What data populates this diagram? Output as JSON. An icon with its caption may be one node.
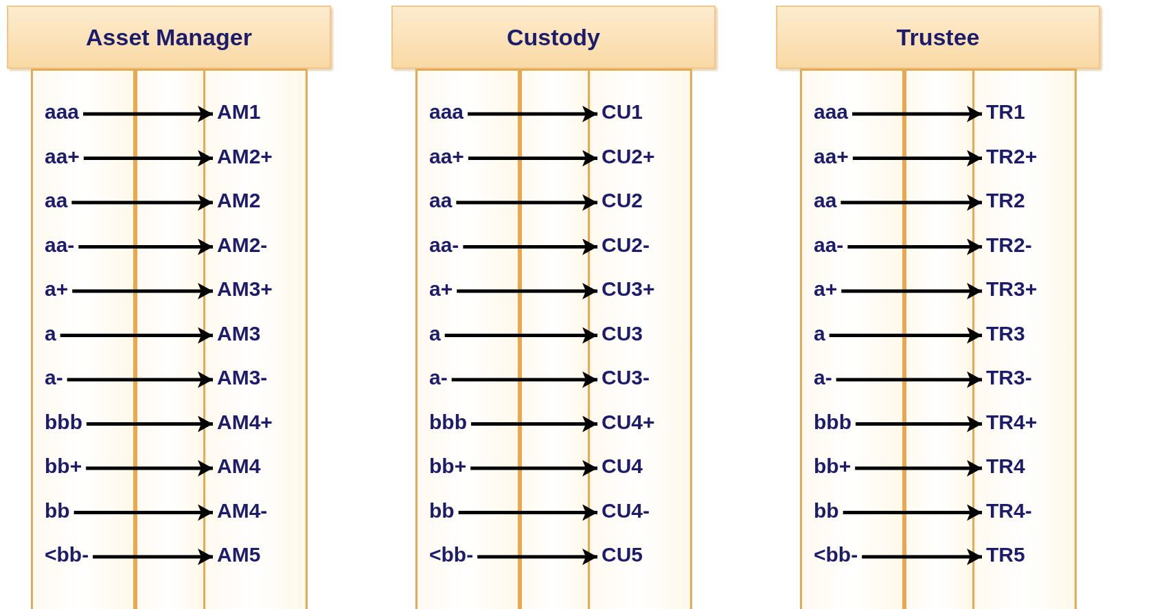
{
  "diagram": {
    "nodes": [
      {
        "text": [
          "Asset Manager"
        ]
      },
      {
        "text": [],
        "shape": "box"
      },
      {
        "text": [
          "aaa"
        ],
        "in": 1
      },
      {
        "text": [
          "aa+"
        ],
        "in": 1
      },
      {
        "text": [
          "aa"
        ],
        "in": 1
      },
      {
        "text": [
          "aa-"
        ],
        "in": 1
      },
      {
        "text": [
          "a+"
        ],
        "in": 1
      },
      {
        "text": [
          "a"
        ],
        "in": 1
      },
      {
        "text": [
          "a-"
        ],
        "in": 1
      },
      {
        "text": [
          "bbb"
        ],
        "in": 1
      },
      {
        "text": [
          "bb+"
        ],
        "in": 1
      },
      {
        "text": [
          "bb"
        ],
        "in": 1
      },
      {
        "text": [
          "<bb-"
        ],
        "in": 1
      },
      {
        "text": [],
        "shape": "box"
      },
      {
        "text": [
          "AM1"
        ],
        "in": 13
      },
      {
        "text": [
          "AM2+"
        ],
        "in": 13
      },
      {
        "text": [
          "AM2"
        ],
        "in": 13
      },
      {
        "text": [
          "AM2-"
        ],
        "in": 13
      },
      {
        "text": [
          "AM3+"
        ],
        "in": 13
      },
      {
        "text": [
          "AM3"
        ],
        "in": 13
      },
      {
        "text": [
          "AM3-"
        ],
        "in": 13
      },
      {
        "text": [
          "AM4+"
        ],
        "in": 13
      },
      {
        "text": [
          "AM4"
        ],
        "in": 13
      },
      {
        "text": [
          "AM4-"
        ],
        "in": 13
      },
      {
        "text": [
          "AM5"
        ],
        "in": 13
      },
      {
        "text": [
          "Custody"
        ]
      },
      {
        "text": [],
        "shape": "box"
      },
      {
        "text": [
          "aaa"
        ],
        "in": 26
      },
      {
        "text": [
          "aa+"
        ],
        "in": 26
      },
      {
        "text": [
          "aa"
        ],
        "in": 26
      },
      {
        "text": [
          "aa-"
        ],
        "in": 26
      },
      {
        "text": [
          "a+"
        ],
        "in": 26
      },
      {
        "text": [
          "a"
        ],
        "in": 26
      },
      {
        "text": [
          "a-"
        ],
        "in": 26
      },
      {
        "text": [
          "bbb"
        ],
        "in": 26
      },
      {
        "text": [
          "bb+"
        ],
        "in": 26
      },
      {
        "text": [
          "bb"
        ],
        "in": 26
      },
      {
        "text": [
          "<bb-"
        ],
        "in": 26
      },
      {
        "text": [],
        "shape": "box"
      },
      {
        "text": [
          "CU1"
        ],
        "in": 38
      },
      {
        "text": [
          "CU2+"
        ],
        "in": 38
      },
      {
        "text": [
          "CU2"
        ],
        "in": 38
      },
      {
        "text": [
          "CU2-"
        ],
        "in": 38
      },
      {
        "text": [
          "CU3+"
        ],
        "in": 38
      },
      {
        "text": [
          "CU3"
        ],
        "in": 38
      },
      {
        "text": [
          "CU3-"
        ],
        "in": 38
      },
      {
        "text": [
          "CU4+"
        ],
        "in": 38
      },
      {
        "text": [
          "CU4"
        ],
        "in": 38
      },
      {
        "text": [
          "CU4-"
        ],
        "in": 38
      },
      {
        "text": [
          "CU5"
        ],
        "in": 38
      },
      {
        "text": [
          "Trustee"
        ]
      },
      {
        "text": [],
        "shape": "box"
      },
      {
        "text": [
          "aaa"
        ],
        "in": 51
      },
      {
        "text": [
          "aa+"
        ],
        "in": 51
      },
      {
        "text": [
          "aa"
        ],
        "in": 51
      },
      {
        "text": [
          "aa-"
        ],
        "in": 51
      },
      {
        "text": [
          "a+"
        ],
        "in": 51
      },
      {
        "text": [
          "a"
        ],
        "in": 51
      },
      {
        "text": [
          "a-"
        ],
        "in": 51
      },
      {
        "text": [
          "bbb"
        ],
        "in": 51
      },
      {
        "text": [
          "bb+"
        ],
        "in": 51
      },
      {
        "text": [
          "bb"
        ],
        "in": 51
      },
      {
        "text": [
          "<bb-"
        ],
        "in": 51
      },
      {
        "text": [],
        "shape": "box"
      },
      {
        "text": [
          "TR1"
        ],
        "in": 63
      },
      {
        "text": [
          "TR2+"
        ],
        "in": 63
      },
      {
        "text": [
          "TR2"
        ],
        "in": 63
      },
      {
        "text": [
          "TR2-"
        ],
        "in": 63
      },
      {
        "text": [
          "TR3+"
        ],
        "in": 63
      },
      {
        "text": [
          "TR3"
        ],
        "in": 63
      },
      {
        "text": [
          "TR3-"
        ],
        "in": 63
      },
      {
        "text": [
          "TR4+"
        ],
        "in": 63
      },
      {
        "text": [
          "TR4"
        ],
        "in": 63
      },
      {
        "text": [
          "TR4-"
        ],
        "in": 63
      },
      {
        "text": [
          "TR5"
        ],
        "in": 63
      }
    ],
    "edges": [
      {
        "from": 2,
        "to": 14,
        "arrow": "to"
      },
      {
        "from": 3,
        "to": 15,
        "arrow": "to"
      },
      {
        "from": 4,
        "to": 16,
        "arrow": "to"
      },
      {
        "from": 5,
        "to": 17,
        "arrow": "to"
      },
      {
        "from": 6,
        "to": 18,
        "arrow": "to"
      },
      {
        "from": 7,
        "to": 19,
        "arrow": "to"
      },
      {
        "from": 8,
        "to": 20,
        "arrow": "to"
      },
      {
        "from": 9,
        "to": 21,
        "arrow": "to"
      },
      {
        "from": 10,
        "to": 22,
        "arrow": "to"
      },
      {
        "from": 11,
        "to": 23,
        "arrow": "to"
      },
      {
        "from": 12,
        "to": 24,
        "arrow": "to"
      },
      {
        "from": 27,
        "to": 39,
        "arrow": "to"
      },
      {
        "from": 28,
        "to": 40,
        "arrow": "to"
      },
      {
        "from": 29,
        "to": 41,
        "arrow": "to"
      },
      {
        "from": 30,
        "to": 42,
        "arrow": "to"
      },
      {
        "from": 31,
        "to": 43,
        "arrow": "to"
      },
      {
        "from": 32,
        "to": 44,
        "arrow": "to"
      },
      {
        "from": 33,
        "to": 45,
        "arrow": "to"
      },
      {
        "from": 34,
        "to": 46,
        "arrow": "to"
      },
      {
        "from": 35,
        "to": 47,
        "arrow": "to"
      },
      {
        "from": 36,
        "to": 48,
        "arrow": "to"
      },
      {
        "from": 37,
        "to": 49,
        "arrow": "to"
      },
      {
        "from": 52,
        "to": 64,
        "arrow": "to"
      },
      {
        "from": 53,
        "to": 65,
        "arrow": "to"
      },
      {
        "from": 54,
        "to": 66,
        "arrow": "to"
      },
      {
        "from": 55,
        "to": 67,
        "arrow": "to"
      },
      {
        "from": 56,
        "to": 68,
        "arrow": "to"
      },
      {
        "from": 57,
        "to": 69,
        "arrow": "to"
      },
      {
        "from": 58,
        "to": 70,
        "arrow": "to"
      },
      {
        "from": 59,
        "to": 71,
        "arrow": "to"
      },
      {
        "from": 60,
        "to": 72,
        "arrow": "to"
      },
      {
        "from": 61,
        "to": 73,
        "arrow": "to"
      },
      {
        "from": 62,
        "to": 74,
        "arrow": "to"
      }
    ]
  }
}
